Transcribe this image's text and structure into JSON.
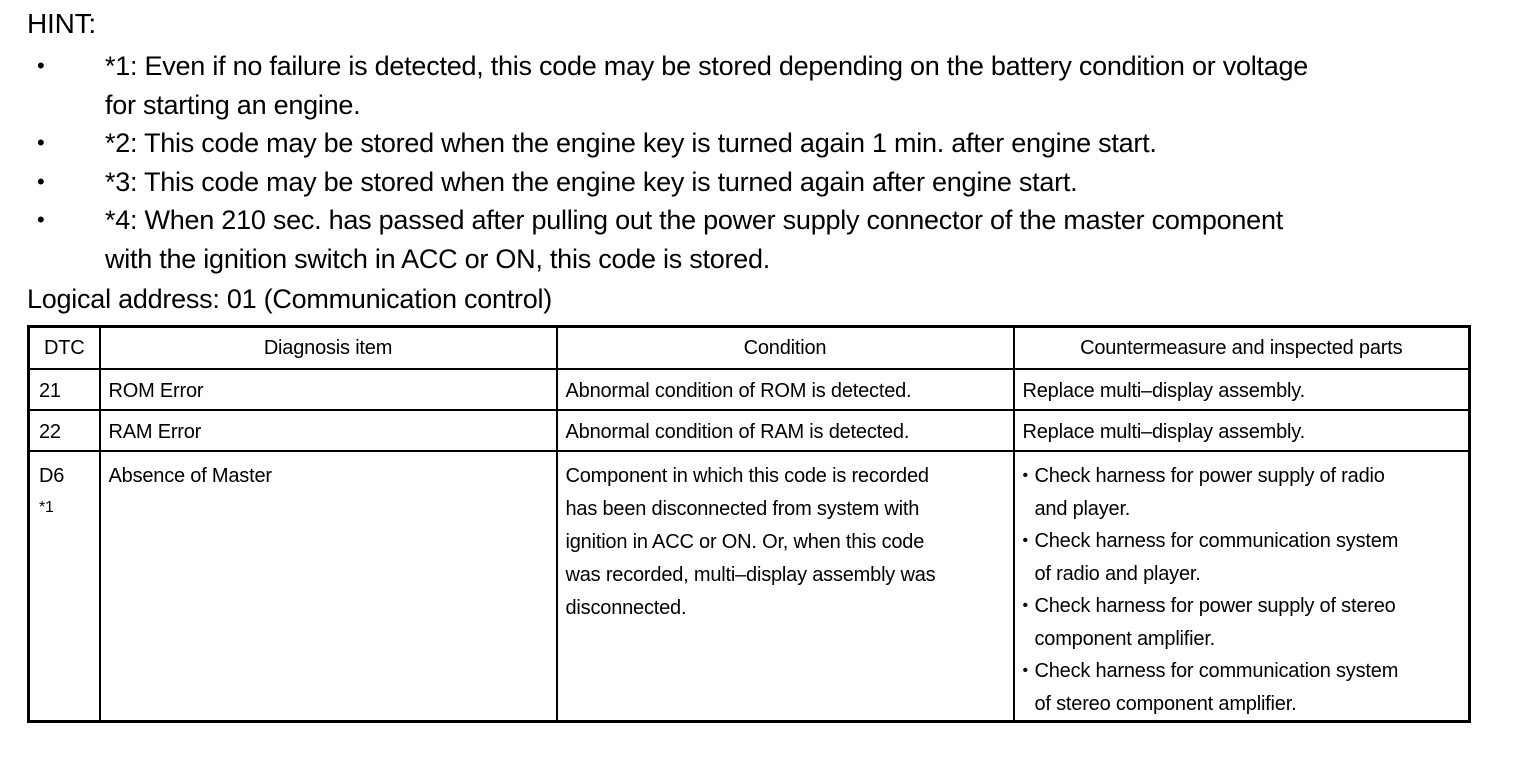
{
  "hint": {
    "heading": "HINT:",
    "bullet_symbol": "•",
    "items": [
      {
        "line1": "*1: Even if no failure is detected, this code may be stored depending on the battery condition or voltage",
        "line2": "for starting an engine."
      },
      {
        "line1": "*2: This code may be stored when the engine key is turned again 1 min. after engine start."
      },
      {
        "line1": "*3: This code may be stored when the engine key is turned again after engine start."
      },
      {
        "line1": "*4: When 210 sec. has passed after pulling out the power supply connector of the master component",
        "line2": "with the ignition switch in ACC or ON, this code is stored."
      }
    ]
  },
  "logical_address": "Logical address: 01 (Communication control)",
  "table": {
    "headers": {
      "dtc": "DTC",
      "diagnosis_item": "Diagnosis item",
      "condition": "Condition",
      "countermeasure": "Countermeasure and inspected parts"
    },
    "rows": [
      {
        "dtc": "21",
        "diagnosis_item": "ROM Error",
        "condition": "Abnormal condition of ROM is detected.",
        "countermeasure": "Replace multi–display assembly."
      },
      {
        "dtc": "22",
        "diagnosis_item": "RAM Error",
        "condition": "Abnormal condition of RAM is detected.",
        "countermeasure": "Replace multi–display assembly."
      },
      {
        "dtc": "D6",
        "dtc_note": "*1",
        "diagnosis_item": "Absence of Master",
        "condition_lines": [
          "Component in which this code is recorded",
          "has been disconnected from system with",
          "ignition in ACC or ON. Or, when this code",
          "was recorded, multi–display assembly was",
          "disconnected."
        ],
        "countermeasure_bullet": "•",
        "countermeasure_items": [
          {
            "line1": "Check harness for power supply of radio",
            "line2": "and player."
          },
          {
            "line1": "Check harness for communication system",
            "line2": "of radio and player."
          },
          {
            "line1": "Check harness for power supply of stereo",
            "line2": "component amplifier."
          },
          {
            "line1": "Check harness for communication system",
            "line2": "of stereo component amplifier."
          }
        ]
      }
    ]
  }
}
